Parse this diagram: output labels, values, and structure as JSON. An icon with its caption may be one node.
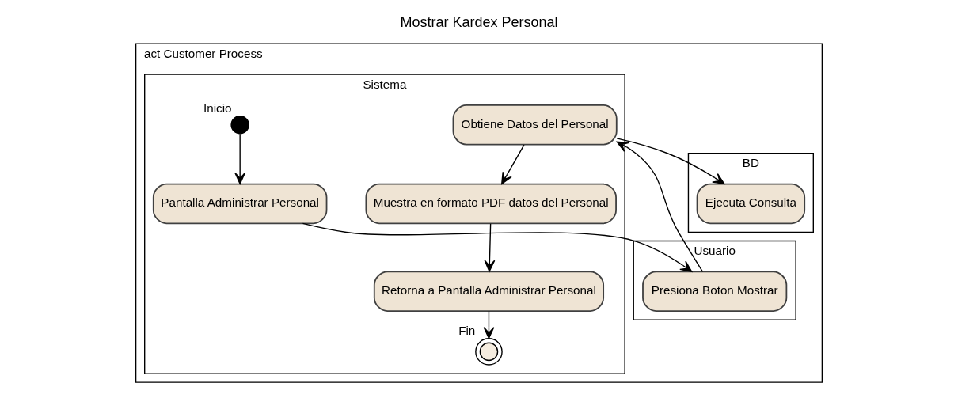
{
  "diagram": {
    "title": "Mostrar Kardex Personal",
    "nodes": [
      {
        "text": [
          "act Customer Process"
        ]
      },
      {
        "text": [
          "Usuario"
        ],
        "in": 0
      },
      {
        "text": [
          "Sistema"
        ],
        "in": 0
      },
      {
        "text": [
          "BD"
        ],
        "in": 0
      },
      {
        "text": [],
        "shape": "circle",
        "beside": [
          "Inicio"
        ],
        "in": 2
      },
      {
        "text": [
          "Pantalla Administrar Personal"
        ],
        "in": 2
      },
      {
        "text": [
          "Presiona Boton Mostrar"
        ],
        "in": 1
      },
      {
        "text": [
          "Obtiene Datos del Personal"
        ],
        "in": 2
      },
      {
        "text": [
          "Ejecuta Consulta"
        ],
        "in": 3
      },
      {
        "text": [
          "Muestra en formato PDF datos del Personal"
        ],
        "in": 2
      },
      {
        "text": [
          "Retorna a Pantalla Administrar Personal"
        ],
        "in": 2
      },
      {
        "text": [],
        "shape": "circle",
        "beside": [
          "Fin"
        ],
        "in": 2
      }
    ],
    "edges": [
      {
        "from": 4,
        "to": 5,
        "arrow": "to"
      },
      {
        "from": 5,
        "to": 6,
        "arrow": "to"
      },
      {
        "from": 6,
        "to": 7,
        "arrow": "to"
      },
      {
        "from": 7,
        "to": 8,
        "arrow": "to"
      },
      {
        "from": 7,
        "to": 9,
        "arrow": "to"
      },
      {
        "from": 9,
        "to": 10,
        "arrow": "to"
      },
      {
        "from": 10,
        "to": 11,
        "arrow": "to"
      }
    ]
  }
}
